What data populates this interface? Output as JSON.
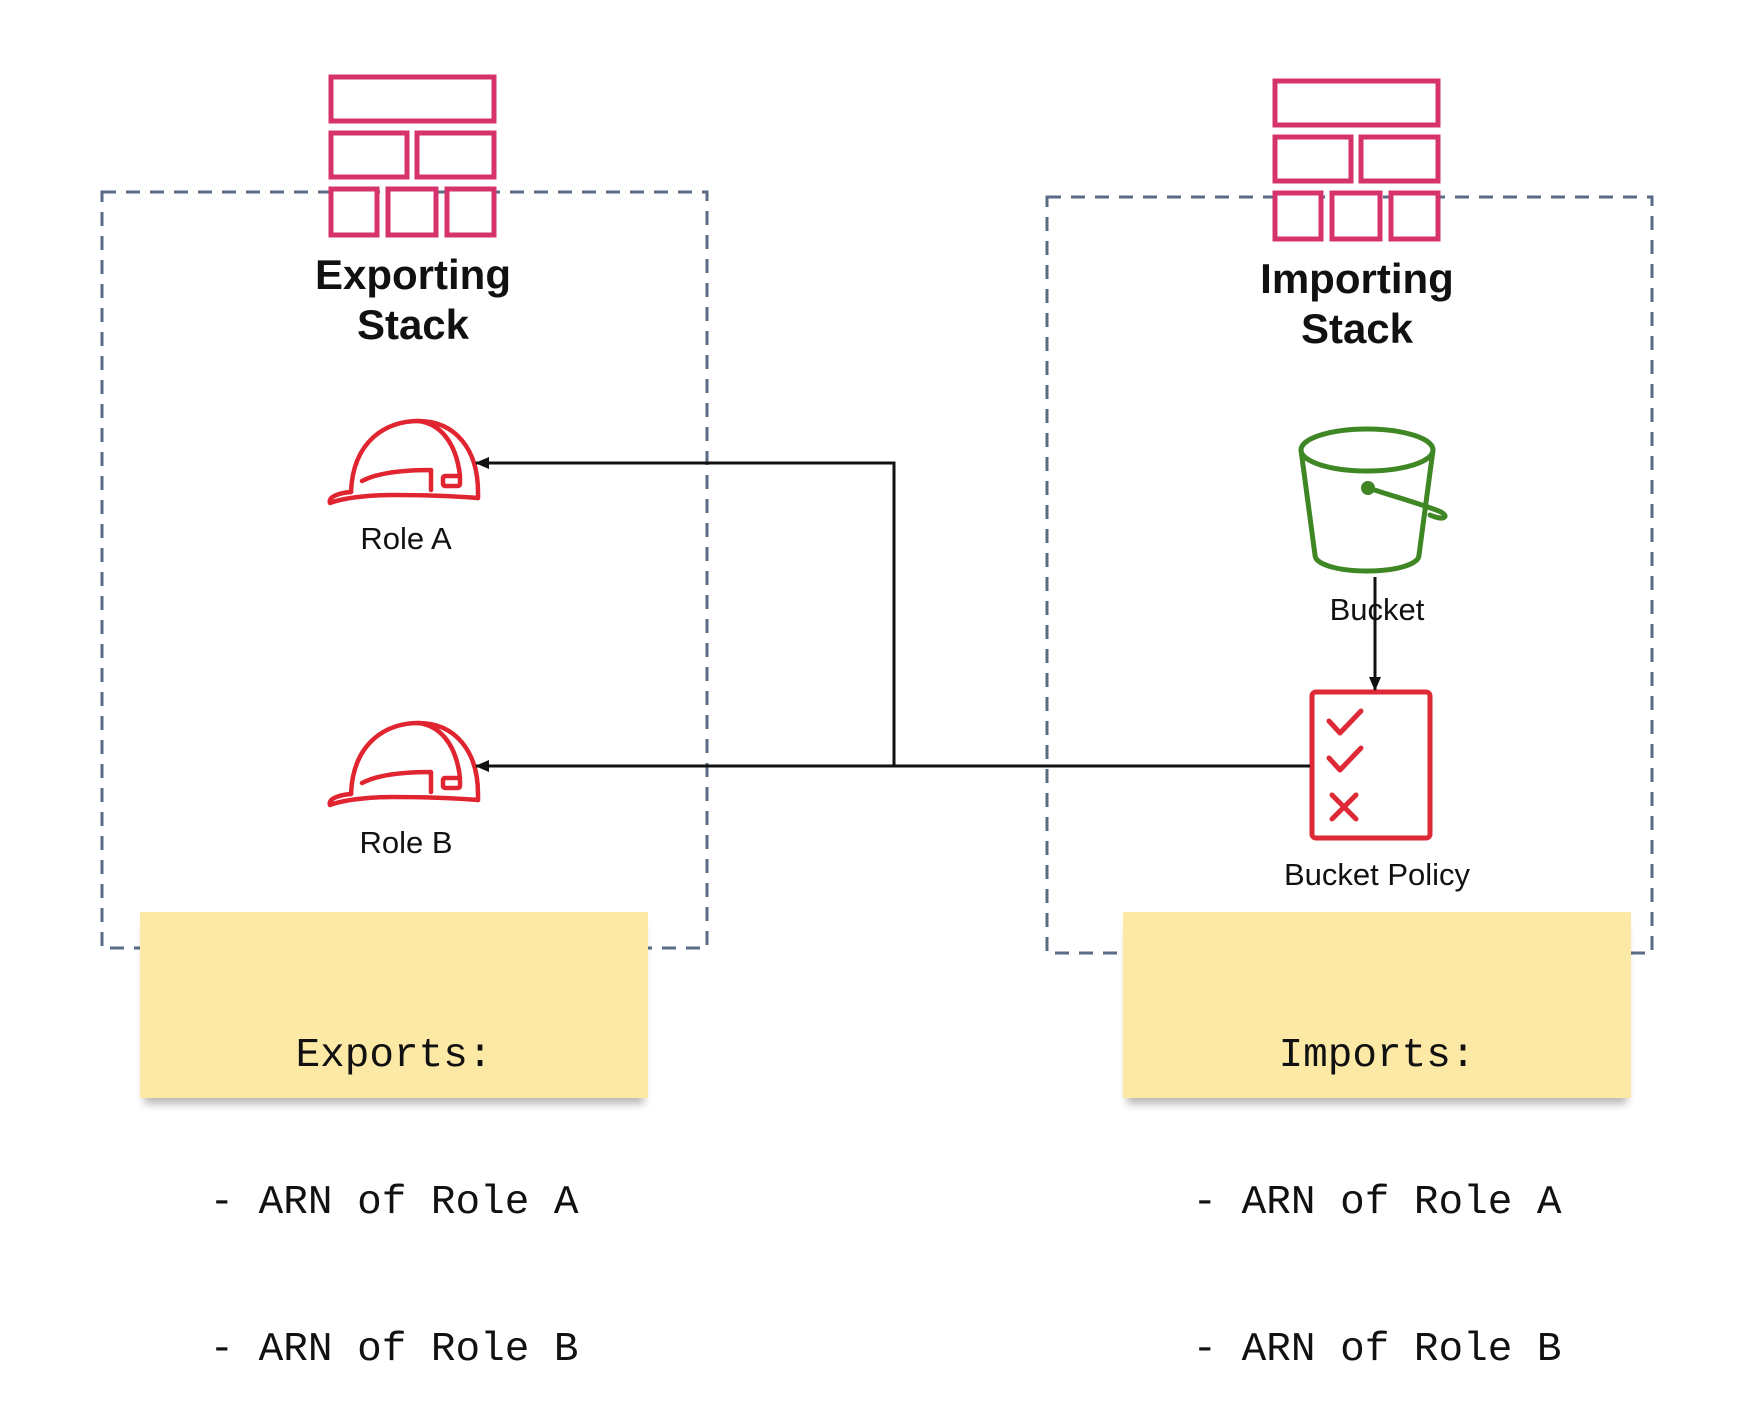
{
  "exporting_stack": {
    "title_line1": "Exporting",
    "title_line2": "Stack",
    "icon": "cloudformation-stack-icon",
    "roles": [
      {
        "label": "Role A",
        "icon": "iam-role-helmet-icon"
      },
      {
        "label": "Role B",
        "icon": "iam-role-helmet-icon"
      }
    ],
    "note": {
      "heading": "Exports:",
      "items": [
        "- ARN of Role A",
        "- ARN of Role B"
      ]
    }
  },
  "importing_stack": {
    "title_line1": "Importing",
    "title_line2": "Stack",
    "icon": "cloudformation-stack-icon",
    "bucket": {
      "label": "Bucket",
      "icon": "s3-bucket-icon"
    },
    "bucket_policy": {
      "label": "Bucket Policy",
      "icon": "policy-checklist-icon"
    },
    "note": {
      "heading": "Imports:",
      "items": [
        "- ARN of Role A",
        "- ARN of Role B"
      ]
    }
  },
  "colors": {
    "stack_icon": "#d6336c",
    "role_icon": "#e02530",
    "bucket_icon": "#3f8624",
    "policy_icon": "#dd2a36",
    "container_border": "#5a6b85",
    "note_fill": "#fde9a6",
    "connector": "#111111"
  }
}
